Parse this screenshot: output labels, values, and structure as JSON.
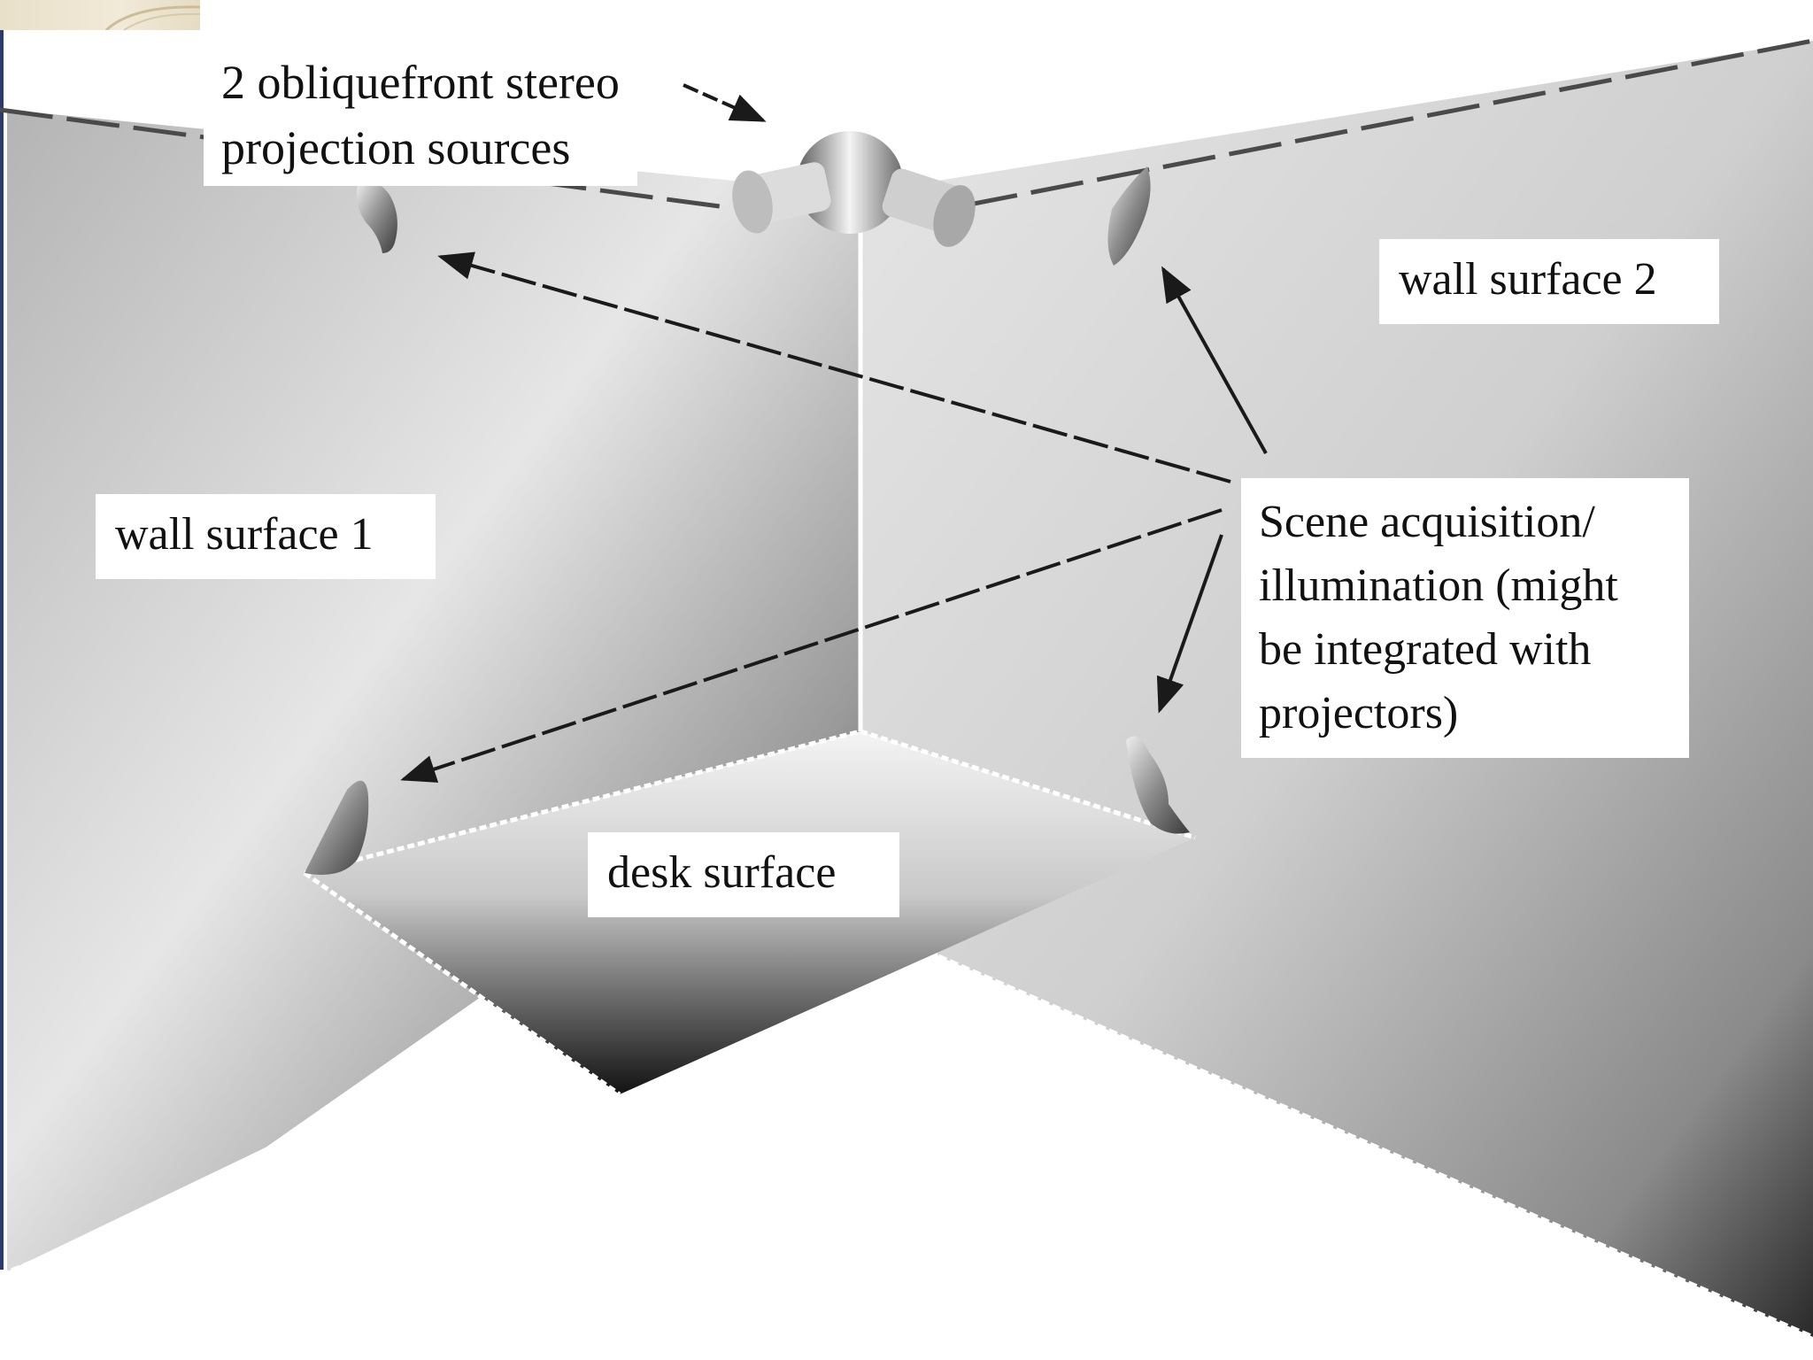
{
  "labels": {
    "projection": [
      "2 obliquefront stereo",
      "projection sources"
    ],
    "wall2": "wall surface 2",
    "wall1": "wall surface 1",
    "desk": "desk surface",
    "scene": [
      "Scene acquisition/",
      "illumination (might",
      "be integrated with",
      "projectors)"
    ]
  },
  "icons": {
    "projector": "stereo-projector-icon",
    "camera": "camera-lamp-icon"
  },
  "colors": {
    "background": "#ffffff",
    "arrow": "#1a1a1a",
    "ornament": "#e9e0c9"
  }
}
